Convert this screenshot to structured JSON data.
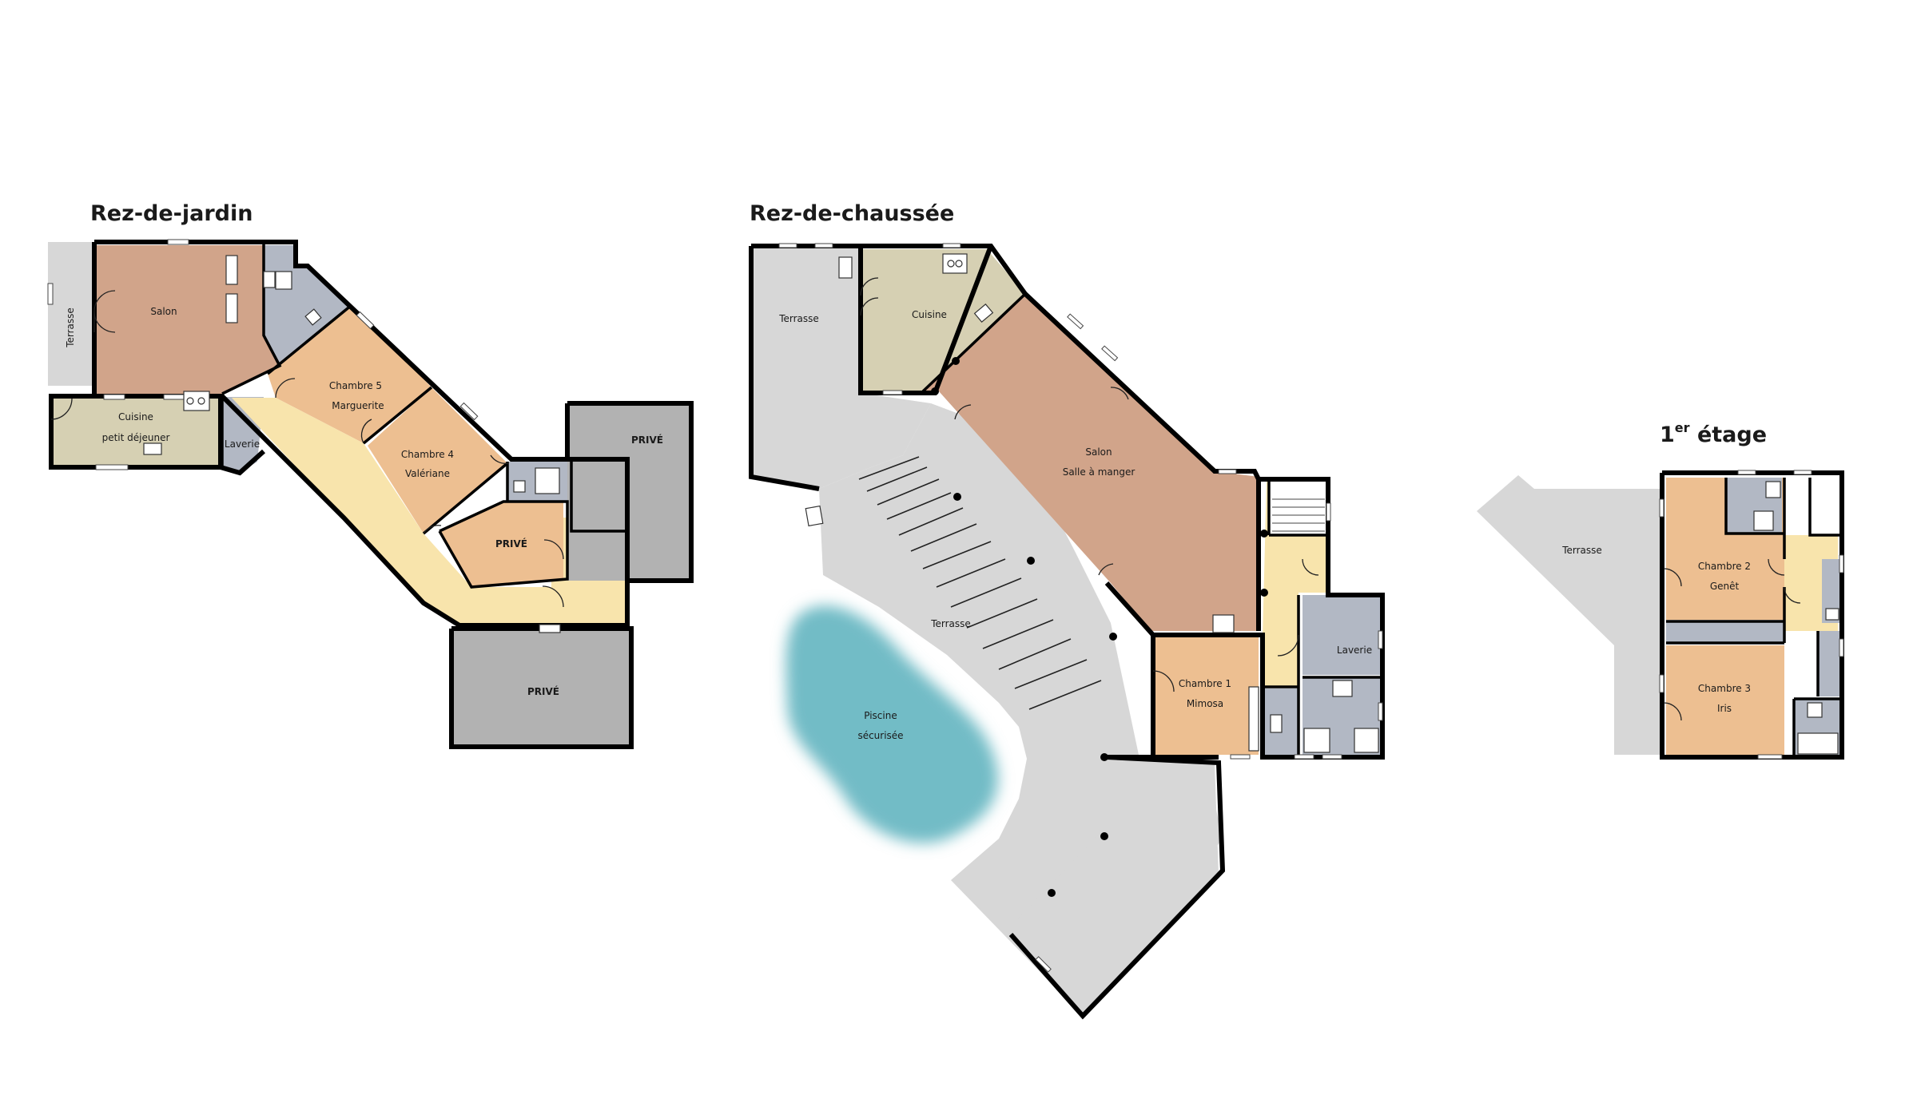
{
  "floors": {
    "garden": {
      "title": "Rez-de-jardin",
      "rooms": {
        "terrasse": "Terrasse",
        "salon": "Salon",
        "cuisine_l1": "Cuisine",
        "cuisine_l2": "petit déjeuner",
        "laverie": "Laverie",
        "ch5_l1": "Chambre 5",
        "ch5_l2": "Marguerite",
        "ch4_l1": "Chambre 4",
        "ch4_l2": "Valériane",
        "prive_1": "PRIVÉ",
        "prive_2": "PRIVÉ",
        "prive_3": "PRIVÉ"
      }
    },
    "ground": {
      "title": "Rez-de-chaussée",
      "rooms": {
        "terrasse_nw": "Terrasse",
        "cuisine": "Cuisine",
        "salon_l1": "Salon",
        "salon_l2": "Salle à manger",
        "terrasse_main": "Terrasse",
        "piscine_l1": "Piscine",
        "piscine_l2": "sécurisée",
        "ch1_l1": "Chambre 1",
        "ch1_l2": "Mimosa",
        "laverie": "Laverie"
      }
    },
    "first": {
      "title_main": "1",
      "title_sup": "er",
      "title_rest": " étage",
      "rooms": {
        "terrasse": "Terrasse",
        "ch2_l1": "Chambre 2",
        "ch2_l2": "Genêt",
        "ch3_l1": "Chambre 3",
        "ch3_l2": "Iris"
      }
    }
  },
  "colors": {
    "living": "#D1A48A",
    "bedroom": "#EDBF91",
    "kitchen": "#D6D0B3",
    "bathroom": "#B2B8C4",
    "corridor": "#F8E4AC",
    "terrace": "#D7D7D7",
    "private": "#B2B2B2",
    "pool": "#72BCC6"
  }
}
